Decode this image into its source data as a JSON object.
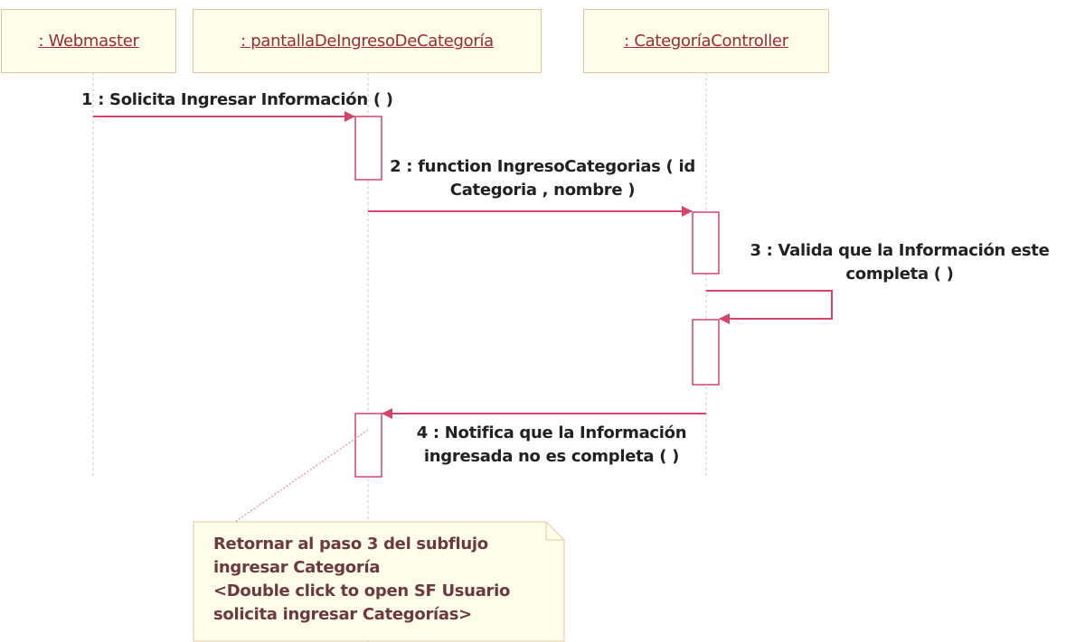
{
  "colors": {
    "message_line": "#d4456a",
    "activation_border": "#d4456a",
    "lifeline_fill": "#fefde9",
    "lifeline_border": "#d9c9a6",
    "lifeline_name": "#9a2a34",
    "note_fill": "#fefde9"
  },
  "lifelines": [
    {
      "name": ": Webmaster",
      "stereotype_icon": "actor-icon"
    },
    {
      "name": ": pantallaDeIngresoDeCategoría",
      "stereotype_icon": "boundary-icon"
    },
    {
      "name": ": CategoríaController",
      "stereotype_icon": "control-icon"
    }
  ],
  "messages": [
    {
      "line1": "1 : Solicita Ingresar Información ( )"
    },
    {
      "line1": "2 : function IngresoCategorias ( id",
      "line2": "Categoria , nombre )"
    },
    {
      "line1": "3 : Valida que la Información este",
      "line2": "completa ( )"
    },
    {
      "line1": "4 : Notifica que la Información",
      "line2": "ingresada no es completa ( )"
    }
  ],
  "note": {
    "lines": [
      "Retornar al paso 3 del subflujo",
      "ingresar Categoría",
      "<Double click to open SF Usuario",
      "solicita ingresar Categorías>"
    ]
  }
}
